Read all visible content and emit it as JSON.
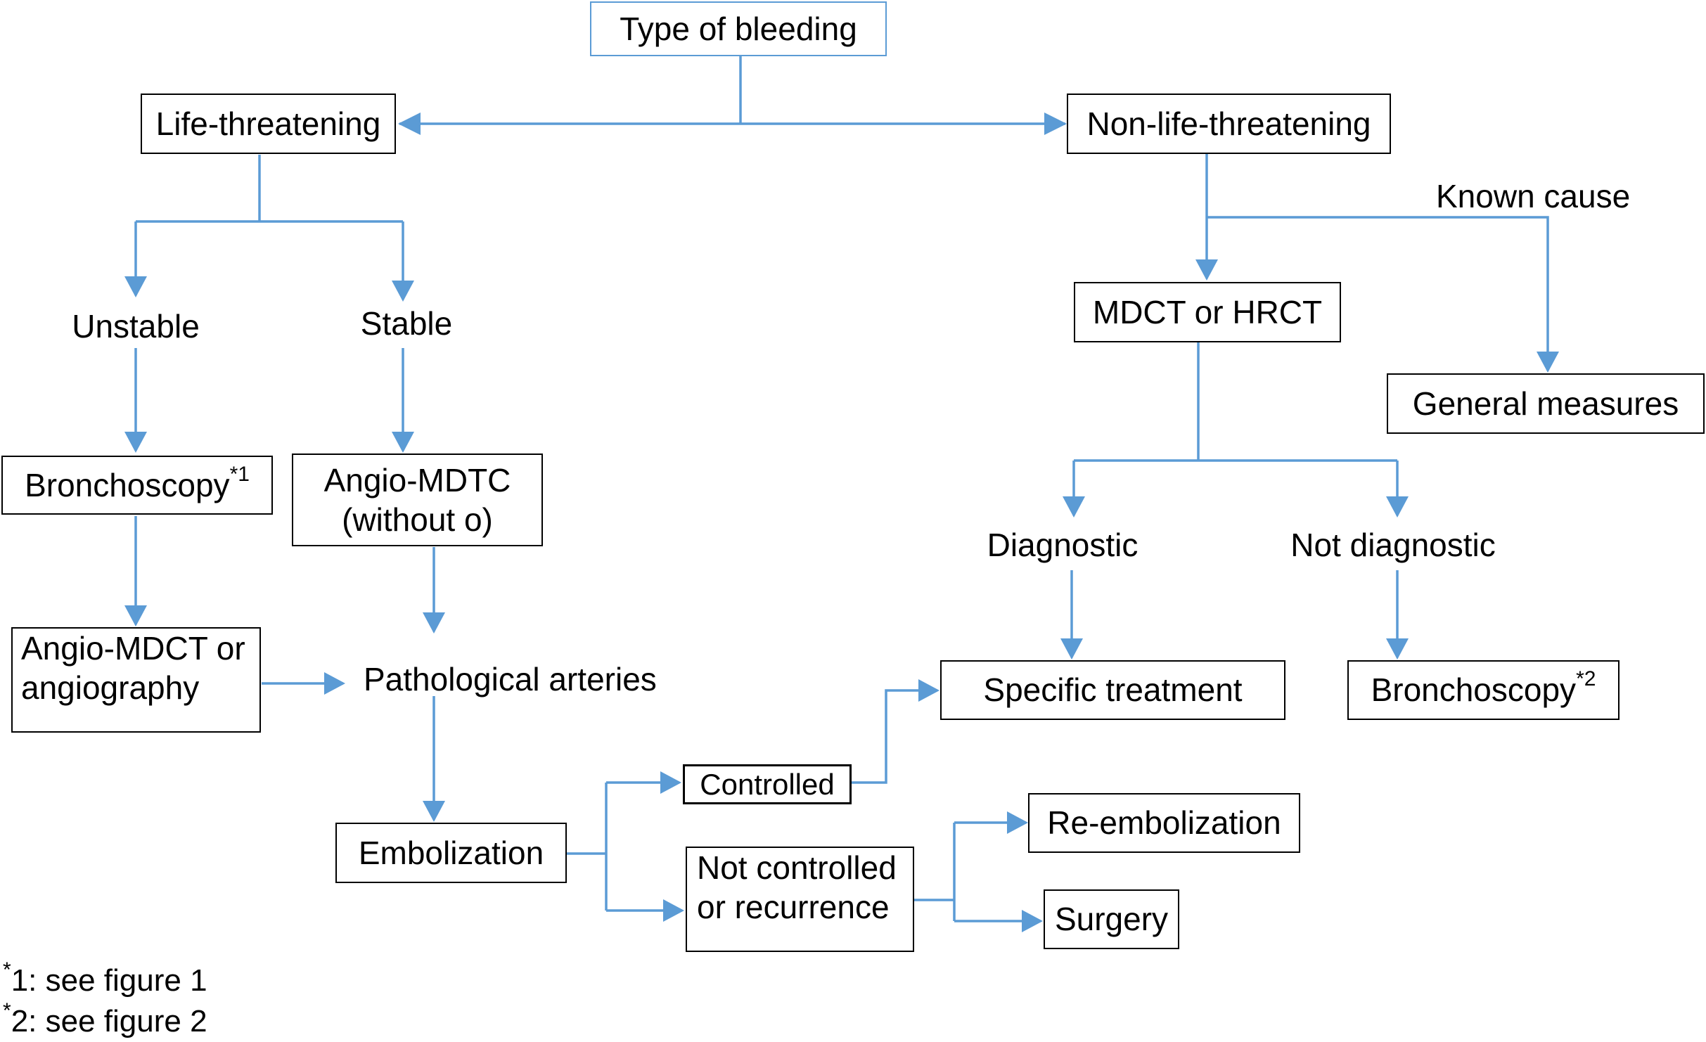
{
  "nodes": {
    "type_of_bleeding": "Type of bleeding",
    "life_threatening": "Life-threatening",
    "non_life_threatening": "Non-life-threatening",
    "unstable": "Unstable",
    "stable": "Stable",
    "bronchoscopy_1": "Bronchoscopy",
    "bronchoscopy_1_ref": "*1",
    "angio_mdtc_line1": "Angio-MDTC",
    "angio_mdtc_line2": "(without o)",
    "angio_mdct_line1": "Angio-MDCT or",
    "angio_mdct_line2": "angiography",
    "pathological_arteries": "Pathological arteries",
    "embolization": "Embolization",
    "controlled": "Controlled",
    "not_controlled_line1": "Not controlled",
    "not_controlled_line2": "or recurrence",
    "re_embolization": "Re-embolization",
    "surgery": "Surgery",
    "known_cause": "Known cause",
    "mdct_hrct": "MDCT or HRCT",
    "general_measures": "General measures",
    "diagnostic": "Diagnostic",
    "not_diagnostic": "Not diagnostic",
    "specific_treatment": "Specific treatment",
    "bronchoscopy_2": "Bronchoscopy",
    "bronchoscopy_2_ref": "*2"
  },
  "footnotes": [
    {
      "mark": "*",
      "text": "1: see figure 1"
    },
    {
      "mark": "*",
      "text": "2: see figure 2"
    }
  ],
  "colors": {
    "connector": "#5b9bd5",
    "box_border": "#000000",
    "root_border": "#5b9bd5"
  }
}
